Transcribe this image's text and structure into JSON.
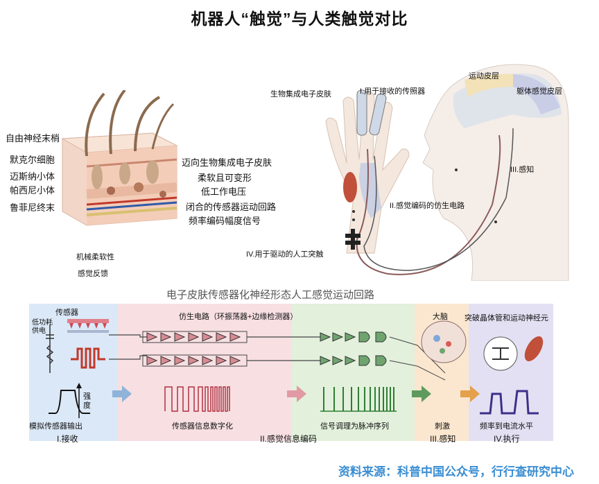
{
  "title": "机器人“触觉”与人类触觉对比",
  "skin_receptors": [
    "自由神经末梢",
    "默克尔细胞",
    "迈斯纳小体",
    "帕西尼小体",
    "鲁菲尼终末"
  ],
  "features": [
    "迈向生物集成电子皮肤",
    "柔软且可变形",
    "低工作电压",
    "闭合的传感器运动回路",
    "频率编码幅度信号"
  ],
  "skin_properties": [
    "机械柔软性",
    "感觉反馈"
  ],
  "anatomy_labels": {
    "bio_skin": "生物集成电子皮肤",
    "receiver": "I.用于接收的传照器",
    "motor_cortex": "运动皮层",
    "somatosensory": "躯体感觉皮层",
    "perception": "III.感知",
    "bionic_circuit": "II.感觉编码的仿生电路",
    "actuator": "IV.用于驱动的人工突触"
  },
  "loop": {
    "title": "电子皮肤传感器化神经形态人工感觉运动回路",
    "sensor": "传感器",
    "power": "低功耗供电",
    "circuit": "仿生电路（环振荡器+边缘检测器）",
    "brain": "大脑",
    "synapse": "突破晶体管和运动神经元",
    "intensity": "强度",
    "captions": [
      "模拟传感器输出",
      "传感器信息数字化",
      "信号调理为脉冲序列",
      "刺激",
      "频率到电流水平"
    ],
    "stages": [
      "I.接收",
      "II.感觉信息编码",
      "III.感知",
      "IV.执行"
    ],
    "colors": {
      "receive": "#dbe8f7",
      "encode": "#f7dfe2",
      "condition": "#e2f0dc",
      "perceive": "#fbe7cf",
      "execute": "#e3e0f3"
    }
  },
  "source": "资料来源：科普中国公众号，行行查研究中心"
}
